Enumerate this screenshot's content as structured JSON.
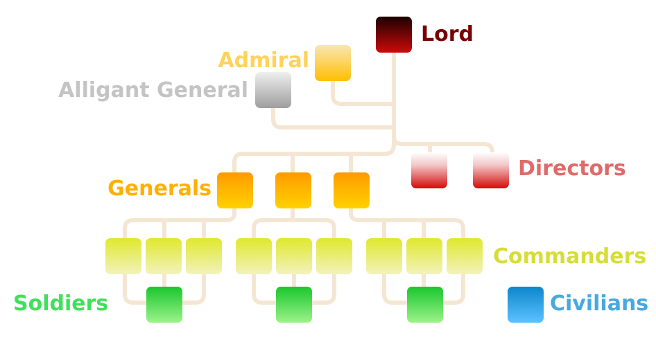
{
  "labels": {
    "lord": "Lord",
    "admiral": "Admiral",
    "alligant_general": "Alligant General",
    "directors": "Directors",
    "generals": "Generals",
    "commanders": "Commanders",
    "soldiers": "Soldiers",
    "civilians": "Civilians"
  },
  "colors": {
    "connector": "#f5e6d3",
    "lord": "#7a0000",
    "admiral": "#ffd25c",
    "alligant_general": "#c4c4c4",
    "directors": "#e06a6a",
    "generals": "#ffb000",
    "commanders": "#d6de36",
    "soldiers": "#3fe05a",
    "civilians": "#48a8e0"
  }
}
